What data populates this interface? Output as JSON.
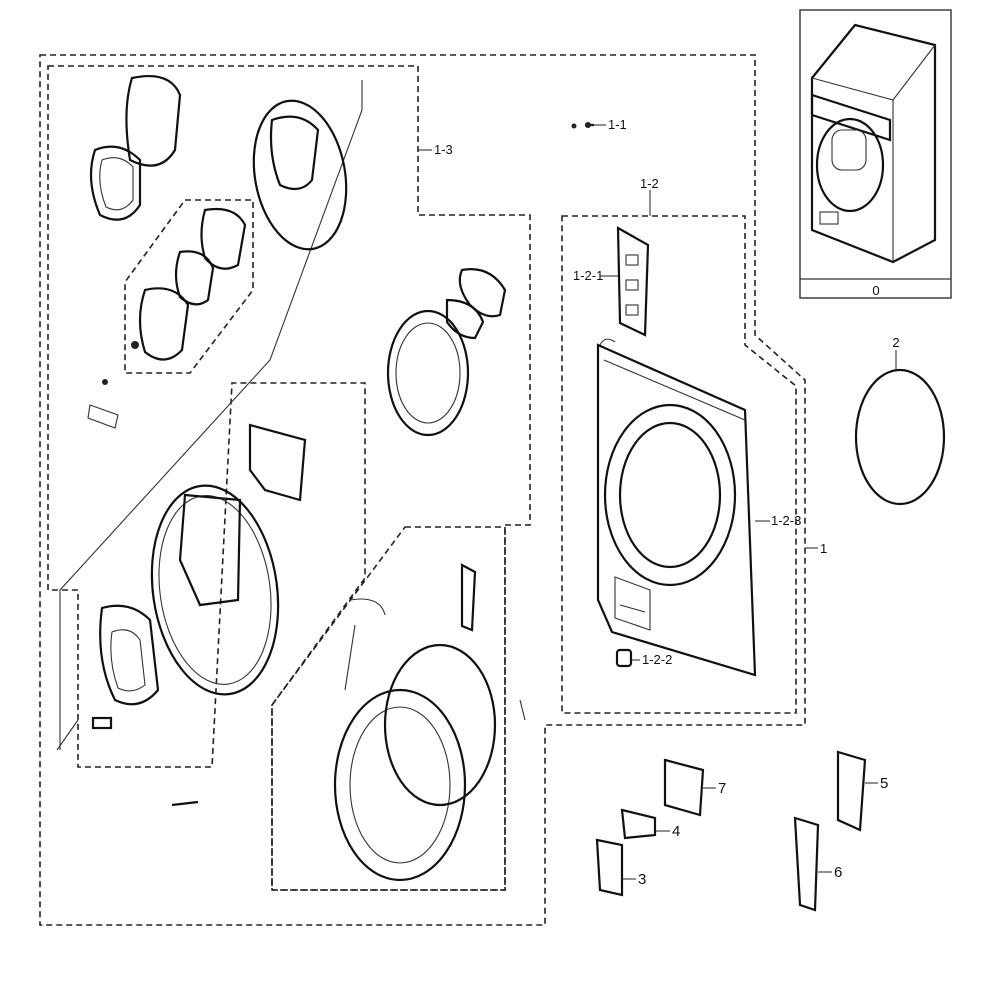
{
  "callouts": {
    "p0": "0",
    "p1": "1",
    "p1_1": "1-1",
    "p1_2": "1-2",
    "p1_2_1": "1-2-1",
    "p1_2_2": "1-2-2",
    "p1_2_3": "1-2-3",
    "p1_3": "1-3",
    "p2": "2",
    "p3": "3",
    "p4": "4",
    "p5": "5",
    "p6": "6",
    "p7": "7"
  }
}
